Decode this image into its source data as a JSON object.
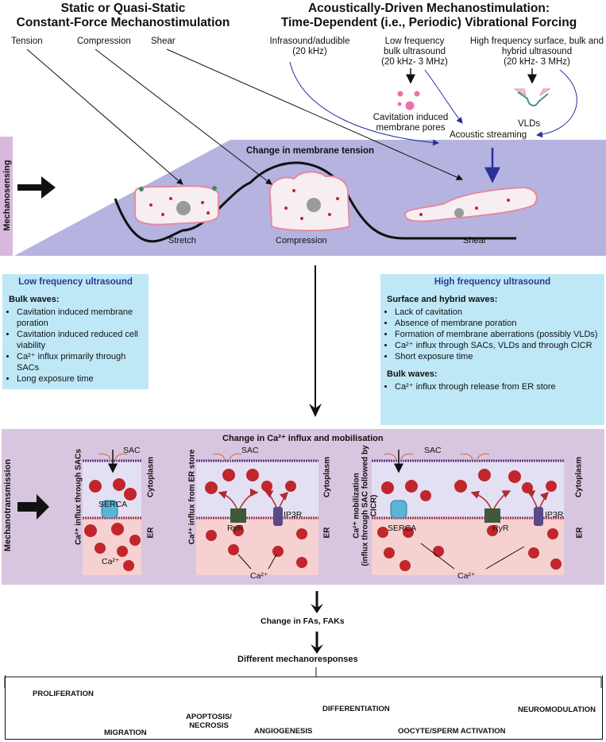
{
  "header": {
    "left_title": [
      "Static or Quasi-Static",
      "Constant-Force Mechanostimulation"
    ],
    "right_title": [
      "Acoustically-Driven Mechanostimulation:",
      "Time-Dependent (i.e., Periodic) Vibrational Forcing"
    ]
  },
  "stimuli": {
    "tension": "Tension",
    "compression": "Compression",
    "shear": "Shear",
    "infrasound": [
      "Infrasound/adudible",
      "(20 kHz)"
    ],
    "low_freq": [
      "Low frequency",
      "bulk ultrasound",
      "(20 kHz- 3 MHz)"
    ],
    "high_freq": [
      "High frequency surface, bulk and",
      "hybrid ultrasound",
      "(20 kHz- 3 MHz)"
    ],
    "cavitation": [
      "Cavitation induced",
      "membrane pores"
    ],
    "vlds": "VLDs",
    "acoustic_streaming": "Acoustic streaming"
  },
  "mechanosensing": {
    "side_label": "Mechanosensing",
    "panel_title": "Change in membrane tension",
    "cells": [
      "Stretch",
      "Compression",
      "Shear"
    ]
  },
  "low_box": {
    "heading": "Low frequency ultrasound",
    "sub": "Bulk waves:",
    "items": [
      "Cavitation induced membrane poration",
      "Cavitation induced reduced cell viability",
      "Ca²⁺ influx primarily through SACs",
      "Long exposure time"
    ]
  },
  "high_box": {
    "heading": "High frequency ultrasound",
    "sub1": "Surface and hybrid waves:",
    "items1": [
      "Lack of cavitation",
      "Absence of membrane poration",
      "Formation of membrane aberrations (possibly VLDs)",
      "Ca²⁺ influx through SACs, VLDs and through CICR",
      "Short exposure time"
    ],
    "sub2": "Bulk waves:",
    "items2": [
      "Ca²⁺ influx through release from ER store"
    ]
  },
  "mechanotransmission": {
    "side_label": "Mechanotransmission",
    "panel_title": "Change in Ca²⁺ influx and mobilisation",
    "panel1": {
      "side": "Ca²⁺ influx through SACs",
      "sac": "SAC",
      "serca": "SERCA",
      "ca": "Ca²⁺",
      "cytoplasm": "Cytoplasm",
      "er": "ER"
    },
    "panel2": {
      "side": "Ca²⁺ influx from ER store",
      "sac": "SAC",
      "ryr": "RyR",
      "ip3r": "IP3R",
      "ca": "Ca²⁺",
      "cytoplasm": "Cytoplasm",
      "er": "ER"
    },
    "panel3": {
      "side1": "Ca²⁺ mobilization",
      "side2": "(influx through SAC followed by",
      "side3": "CICR)",
      "sac": "SAC",
      "serca": "SERCA",
      "ryr": "RyR",
      "ip3r": "IP3R",
      "ca": "Ca²⁺",
      "cytoplasm": "Cytoplasm",
      "er": "ER"
    }
  },
  "flow": {
    "fa": "Change in FAs, FAKs",
    "responses_title": "Different mechanoresponses"
  },
  "responses": [
    "PROLIFERATION",
    "MIGRATION",
    "APOPTOSIS/",
    "NECROSIS",
    "ANGIOGENESIS",
    "DIFFERENTIATION",
    "OOCYTE/SPERM ACTIVATION",
    "NEUROMODULATION"
  ]
}
